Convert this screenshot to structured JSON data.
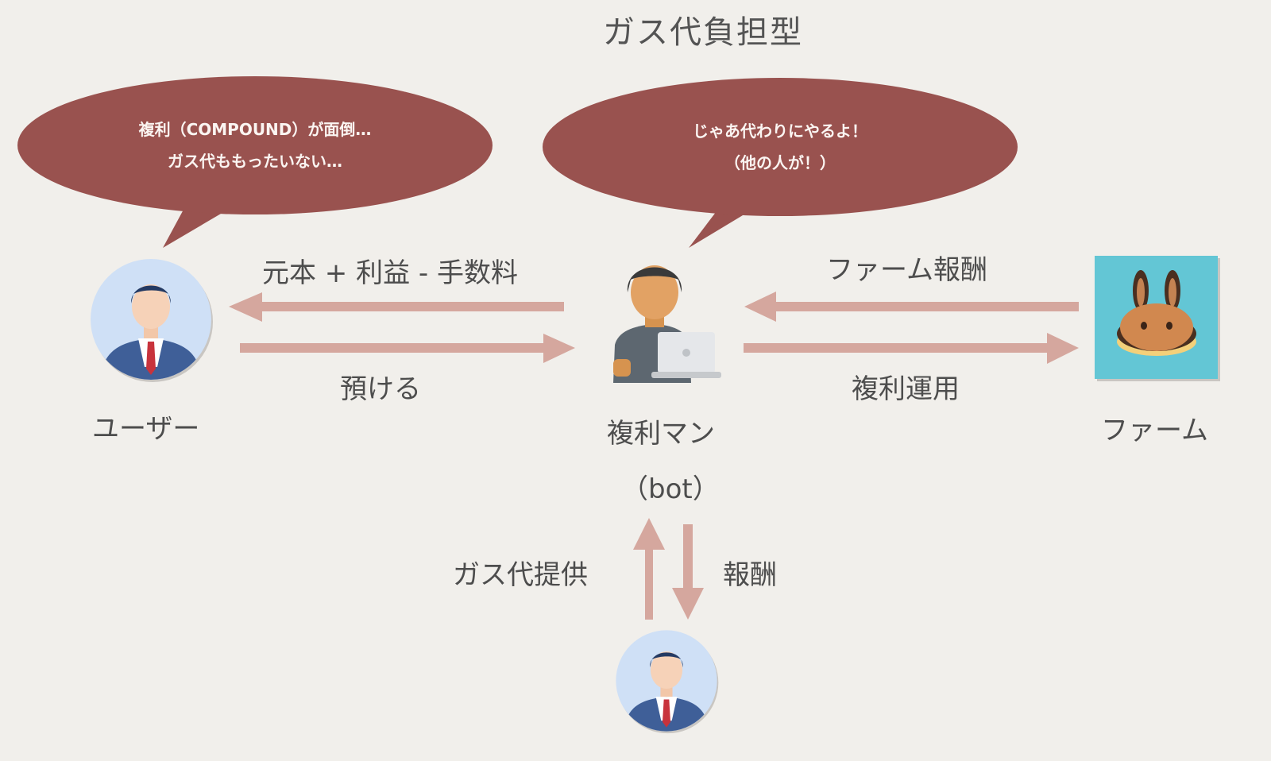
{
  "title": "ガス代負担型",
  "bubbles": {
    "user": {
      "line1": "複利（COMPOUND）が面倒…",
      "line2": "ガス代ももったいない…"
    },
    "bot": {
      "line1": "じゃあ代わりにやるよ！",
      "line2": "（他の人が！）"
    }
  },
  "nodes": {
    "user": {
      "label": "ユーザー",
      "icon": "businessman-avatar-icon"
    },
    "bot": {
      "label": "複利マン",
      "sublabel": "（bot）",
      "icon": "person-laptop-icon"
    },
    "farm": {
      "label": "ファーム",
      "icon": "pancake-bunny-icon"
    },
    "provider": {
      "icon": "businessman-avatar-icon"
    }
  },
  "edges": {
    "bot_to_user": "元本 + 利益 - 手数料",
    "user_to_bot": "預ける",
    "farm_to_bot": "ファーム報酬",
    "bot_to_farm": "複利運用",
    "provider_to_bot": "ガス代提供",
    "bot_to_provider": "報酬"
  },
  "colors": {
    "background": "#f1efeb",
    "bubble": "#99524f",
    "arrow": "#d5a79e",
    "farm_bg": "#63c6d5"
  }
}
